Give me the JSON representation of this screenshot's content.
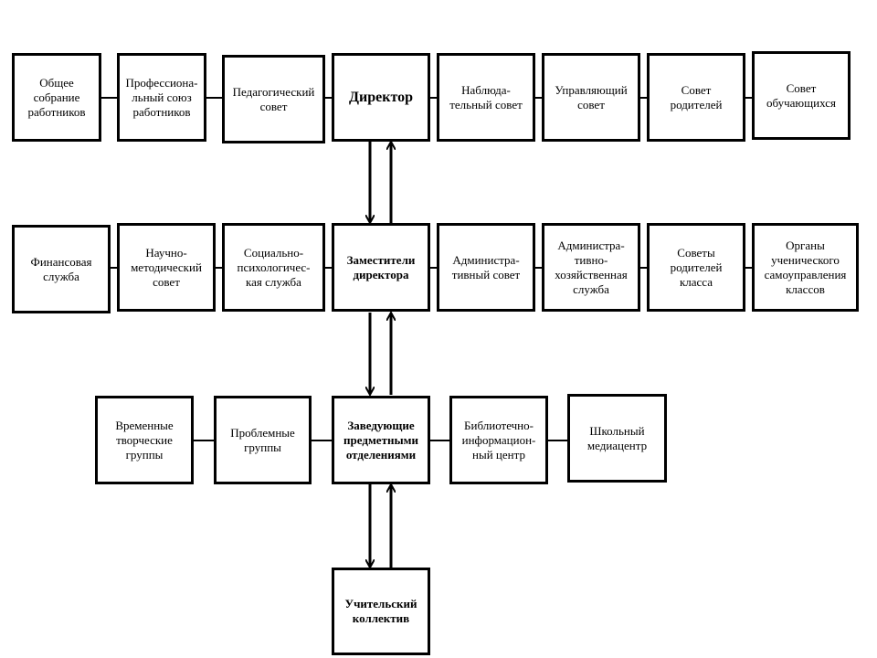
{
  "row1": [
    {
      "id": "general-meeting",
      "label": "Общее\nсобрание\nработников"
    },
    {
      "id": "trade-union",
      "label": "Профессиона-\nльный союз\nработников"
    },
    {
      "id": "pedagogical-council",
      "label": "Педагогический\nсовет"
    },
    {
      "id": "director",
      "label": "Директор"
    },
    {
      "id": "supervisory-board",
      "label": "Наблюда-\nтельный совет"
    },
    {
      "id": "governing-council",
      "label": "Управляющий\nсовет"
    },
    {
      "id": "parents-council",
      "label": "Совет\nродителей"
    },
    {
      "id": "students-council",
      "label": "Совет\nобучающихся"
    }
  ],
  "row2": [
    {
      "id": "finance-service",
      "label": "Финансовая\nслужба"
    },
    {
      "id": "methodical-council",
      "label": "Научно-\nметодический\nсовет"
    },
    {
      "id": "psych-service",
      "label": "Социально-\nпсихологичес-\nкая служба"
    },
    {
      "id": "deputy-directors",
      "label": "Заместители\nдиректора"
    },
    {
      "id": "admin-council",
      "label": "Администра-\nтивный совет"
    },
    {
      "id": "admin-household-service",
      "label": "Администра-\nтивно-\nхозяйственная\nслужба"
    },
    {
      "id": "class-parents-councils",
      "label": "Советы\nродителей\nкласса"
    },
    {
      "id": "class-self-government",
      "label": "Органы\nученического\nсамоуправления\nклассов"
    }
  ],
  "row3": [
    {
      "id": "creative-groups",
      "label": "Временные\nтворческие\nгруппы"
    },
    {
      "id": "problem-groups",
      "label": "Проблемные\nгруппы"
    },
    {
      "id": "department-heads",
      "label": "Заведующие\nпредметными\nотделениями"
    },
    {
      "id": "library-center",
      "label": "Библиотечно-\nинформацион-\nный центр"
    },
    {
      "id": "media-center",
      "label": "Школьный\nмедиацентр"
    }
  ],
  "row4": [
    {
      "id": "teaching-staff",
      "label": "Учительский\nколлектив"
    }
  ]
}
